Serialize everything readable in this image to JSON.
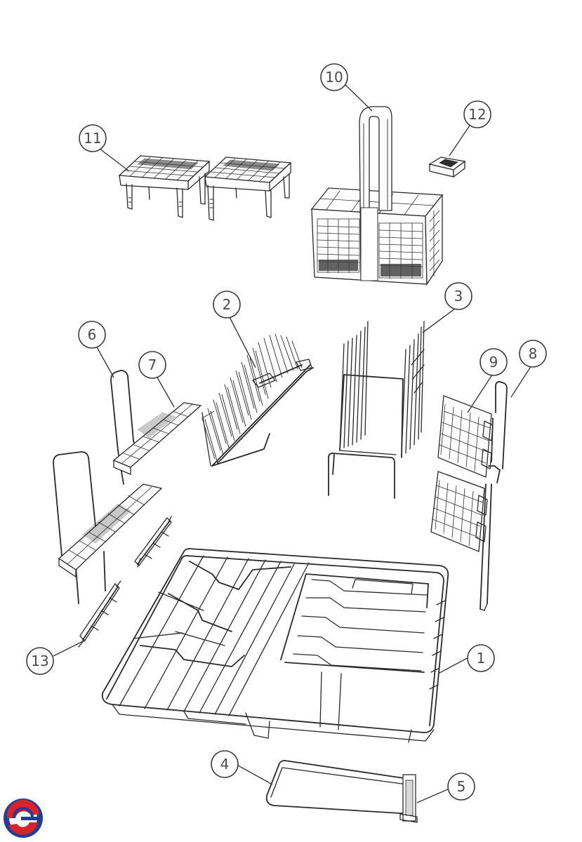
{
  "callouts": [
    {
      "id": "callout-1",
      "label": "1",
      "part": "lower-basket"
    },
    {
      "id": "callout-2",
      "label": "2",
      "part": "folding-tine-rack"
    },
    {
      "id": "callout-3",
      "label": "3",
      "part": "plate-rack"
    },
    {
      "id": "callout-4",
      "label": "4",
      "part": "wheel-rail-frame"
    },
    {
      "id": "callout-5",
      "label": "5",
      "part": "rail-end-cap"
    },
    {
      "id": "callout-6",
      "label": "6",
      "part": "cup-shelf-stand"
    },
    {
      "id": "callout-7",
      "label": "7",
      "part": "cup-shelf"
    },
    {
      "id": "callout-8",
      "label": "8",
      "part": "side-rack-frame"
    },
    {
      "id": "callout-9",
      "label": "9",
      "part": "side-grid-panel"
    },
    {
      "id": "callout-10",
      "label": "10",
      "part": "cutlery-basket"
    },
    {
      "id": "callout-11",
      "label": "11",
      "part": "basket-lids"
    },
    {
      "id": "callout-12",
      "label": "12",
      "part": "small-clip"
    },
    {
      "id": "callout-13",
      "label": "13",
      "part": "hook-bracket"
    }
  ],
  "logo": {
    "icon": "brand-logo-icon",
    "colors": {
      "blue": "#1f3f95",
      "red": "#d8232a"
    }
  }
}
